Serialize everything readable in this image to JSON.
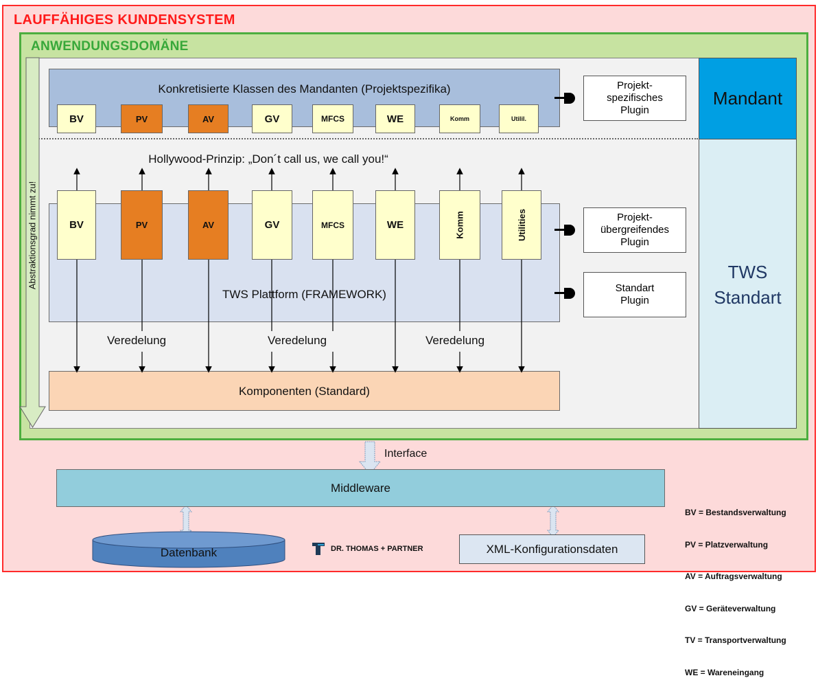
{
  "outer_title": "LAUFFÄHIGES KUNDENSYSTEM",
  "domain_title": "ANWENDUNGSDOMÄNE",
  "side_arrow_label": "Abstraktionsgrad nimmt zu!",
  "right_panel": {
    "mandant": "Mandant",
    "tws_line1": "TWS",
    "tws_line2": "Standart"
  },
  "top_box": {
    "title": "Konkretisierte Klassen des Mandanten (Projektspezifika)",
    "modules": [
      "BV",
      "PV",
      "AV",
      "GV",
      "MFCS",
      "WE",
      "Komm",
      "Utilil."
    ]
  },
  "hollywood": "Hollywood-Prinzip: „Don´t call us, we call you!“",
  "framework": {
    "title": "TWS Plattform (FRAMEWORK)",
    "modules": [
      "BV",
      "PV",
      "AV",
      "GV",
      "MFCS",
      "WE",
      "Komm",
      "Utilities"
    ]
  },
  "veredelung": [
    "Veredelung",
    "Veredelung",
    "Veredelung"
  ],
  "komponenten": "Komponenten  (Standard)",
  "plugins": {
    "projekt_spez": [
      "Projekt-",
      "spezifisches",
      "Plugin"
    ],
    "projekt_ueber": [
      "Projekt-",
      "übergreifendes",
      "Plugin"
    ],
    "standart": [
      "Standart",
      "Plugin"
    ]
  },
  "interface": "Interface",
  "middleware": "Middleware",
  "datenbank": "Datenbank",
  "xml": "XML-Konfigurationsdaten",
  "brand": "DR. THOMAS + PARTNER",
  "legend": [
    "BV = Bestandsverwaltung",
    "PV = Platzverwaltung",
    "AV = Auftragsverwaltung",
    "GV = Geräteverwaltung",
    "TV = Transportverwaltung",
    "WE = Wareneingang"
  ],
  "colors": {
    "orange": "#e67e22",
    "cream": "#ffffcc",
    "mandant": "#009fe3",
    "tws": "#dbeef4"
  }
}
